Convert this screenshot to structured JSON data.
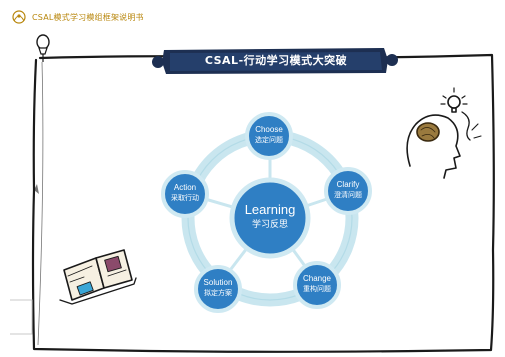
{
  "header": {
    "text": "CSAL模式学习模组框架说明书",
    "logo_icon": "school-logo-icon"
  },
  "title": "CSAL-行动学习模式大突破",
  "colors": {
    "node_fill": "#2f7fc4",
    "node_stroke": "#1d5e9c",
    "ring": "#c9e6ef",
    "title_bar": "#1d2f52",
    "frame_stroke": "#1a1a1a"
  },
  "center": {
    "en": "Learning",
    "zh": "学习反思"
  },
  "nodes": [
    {
      "en": "Choose",
      "zh": "选定问题"
    },
    {
      "en": "Clarify",
      "zh": "澄清问题"
    },
    {
      "en": "Change",
      "zh": "重构问题"
    },
    {
      "en": "Solution",
      "zh": "拟定方案"
    },
    {
      "en": "Action",
      "zh": "采取行动"
    }
  ],
  "icons": [
    "lightbulb-head-icon",
    "open-book-icon",
    "pushpin-icon"
  ]
}
